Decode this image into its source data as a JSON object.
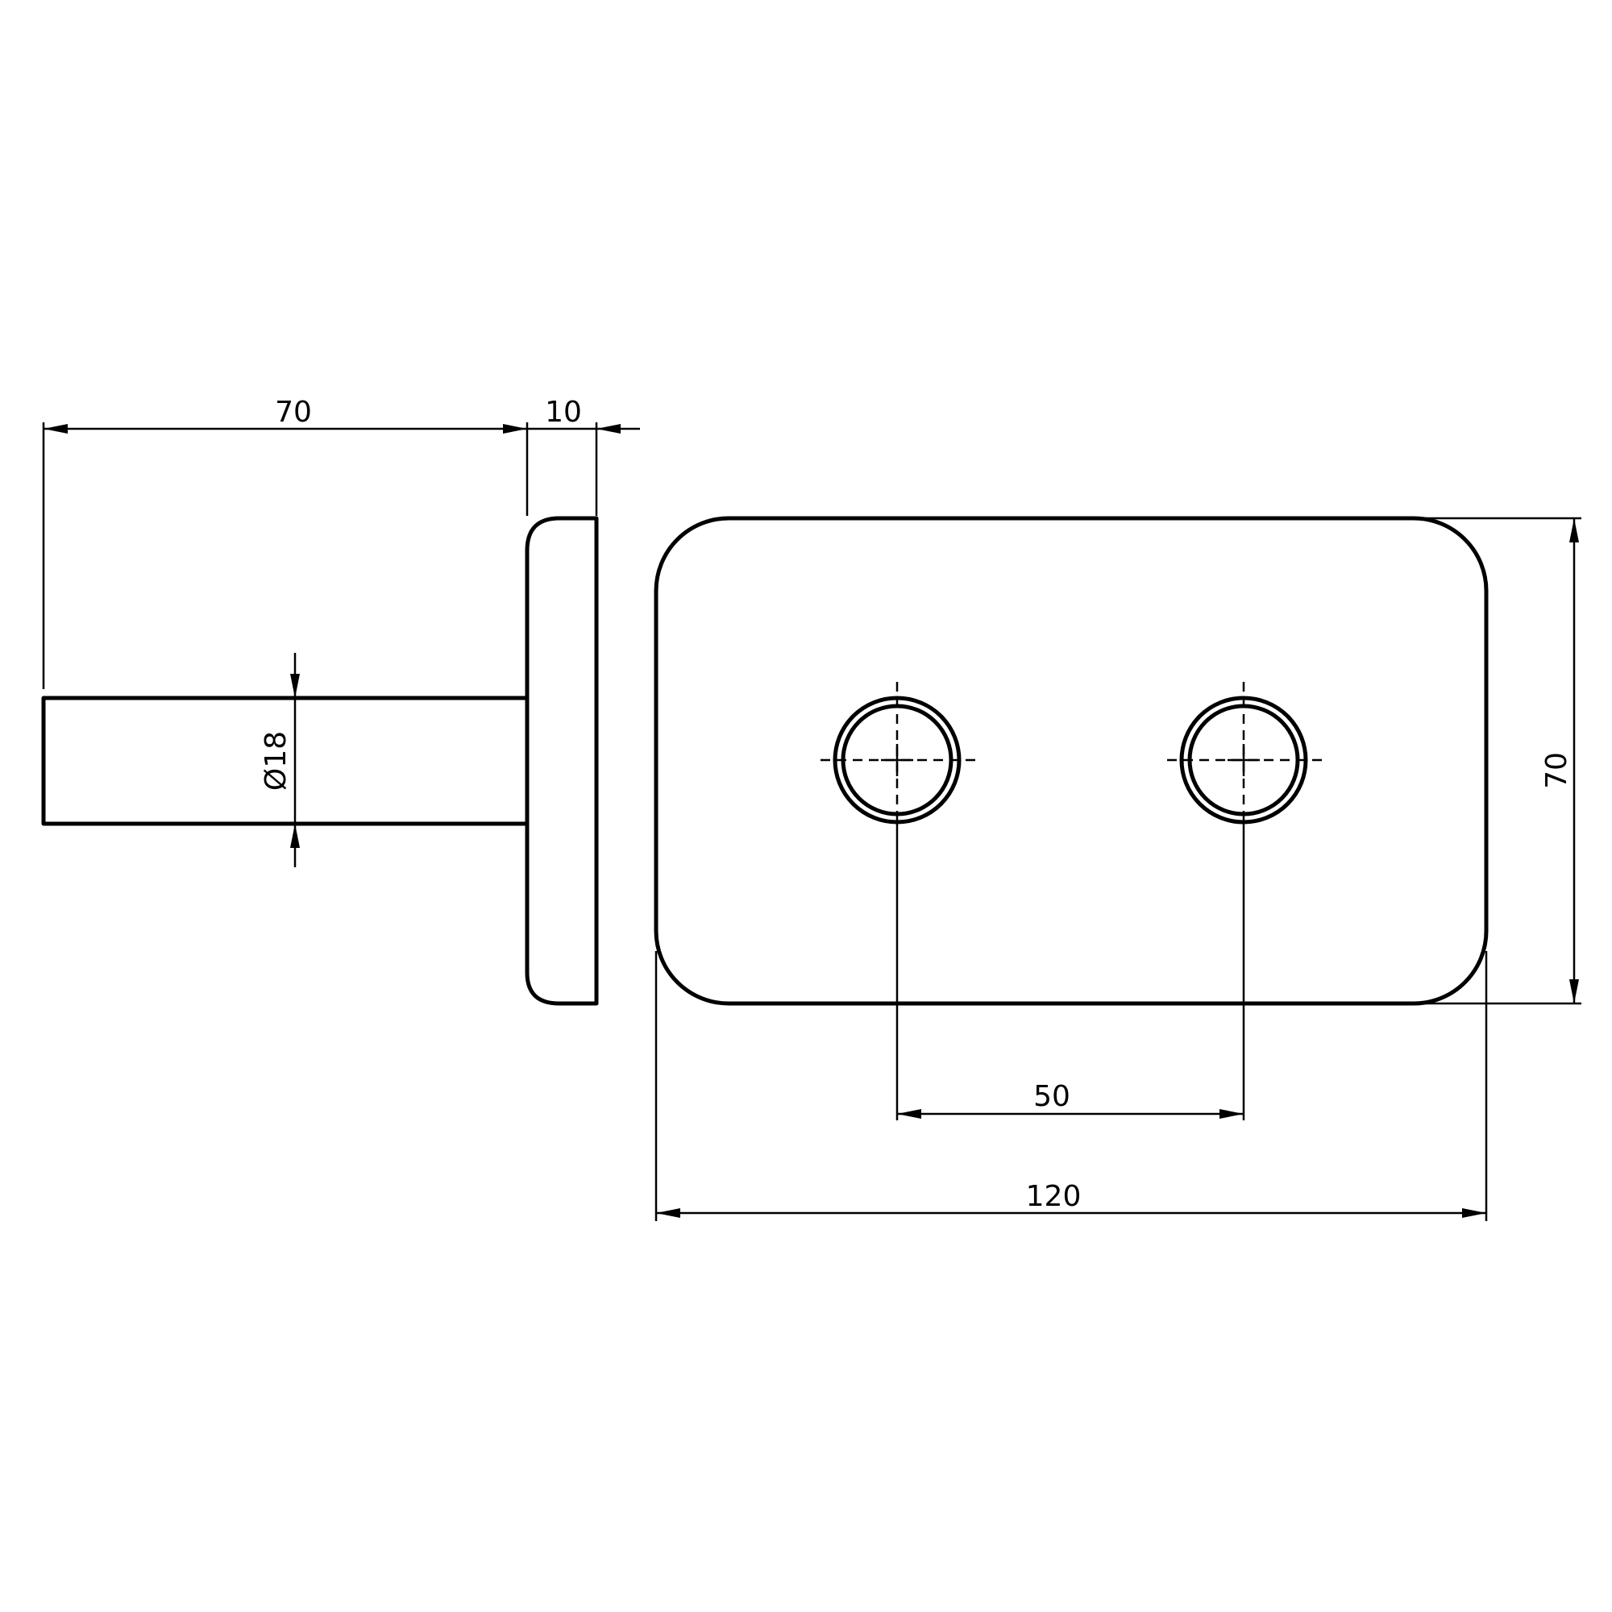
{
  "drawing": {
    "side_view": {
      "shaft_length": "70",
      "plate_thickness": "10",
      "shaft_diameter": "Ø18"
    },
    "front_view": {
      "plate_width": "120",
      "plate_height": "70",
      "hole_spacing": "50"
    }
  }
}
